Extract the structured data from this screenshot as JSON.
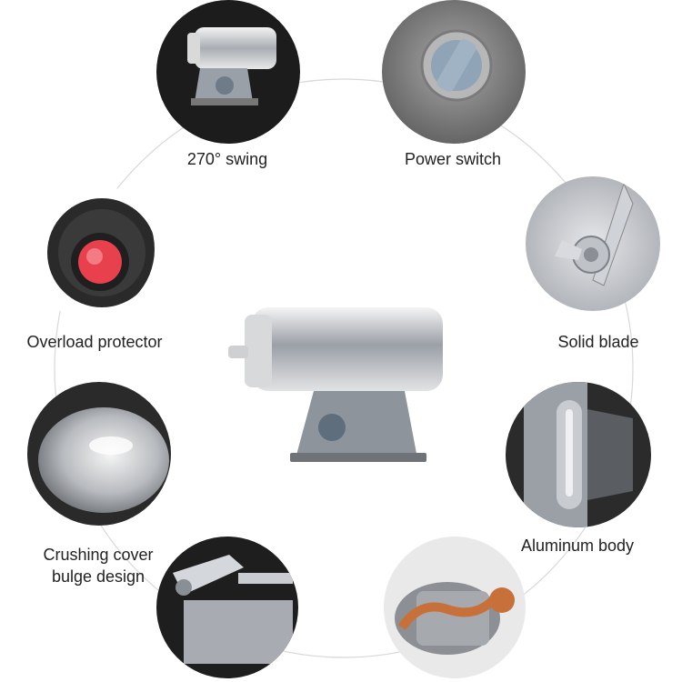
{
  "features": [
    {
      "id": "swing",
      "label": "270° swing"
    },
    {
      "id": "power",
      "label": "Power switch"
    },
    {
      "id": "overload",
      "label": "Overload protector"
    },
    {
      "id": "blade",
      "label": "Solid blade"
    },
    {
      "id": "cover",
      "label_line1": "Crushing cover",
      "label_line2": "bulge design"
    },
    {
      "id": "body",
      "label": "Aluminum body"
    }
  ],
  "colors": {
    "ring_line": "#d8d8d8",
    "label_text": "#222222",
    "dark_circle": "#1c1c1c",
    "steel": "#c9ccd1",
    "protector_red": "#e8404c",
    "switch_blue": "#8fa4b6",
    "copper": "#c8703a"
  }
}
